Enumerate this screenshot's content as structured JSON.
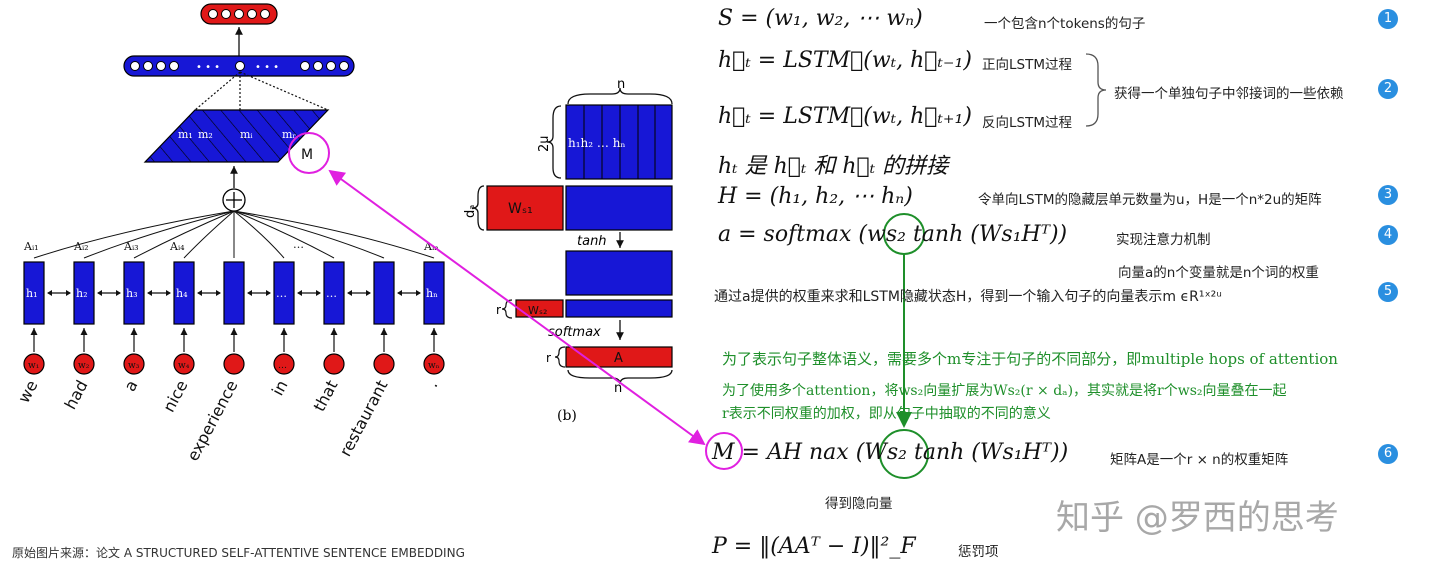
{
  "left": {
    "bilstm_labels": [
      "h₁",
      "h₂",
      "h₃",
      "h₄",
      "",
      "…",
      "…",
      "",
      "hₙ"
    ],
    "attn_labels": [
      "Aᵢ₁",
      "Aᵢ₂",
      "Aᵢ₃",
      "Aᵢ₄",
      "",
      "…",
      "",
      "",
      "Aᵢₙ"
    ],
    "word_node_labels": [
      "w₁",
      "w₂",
      "w₃",
      "w₄",
      "",
      "…",
      "",
      "",
      "wₙ"
    ],
    "words": [
      "we",
      "had",
      "a",
      "nice",
      "experience",
      "in",
      "that",
      "restaurant",
      "."
    ],
    "matrix_labels": [
      "m₁",
      "m₂",
      "mᵢ",
      "mᵣ"
    ],
    "m_circle": "M",
    "plus": "⊕",
    "dots": "• • •"
  },
  "middle": {
    "n_top": "n",
    "two_u": "2u",
    "h_labels": "h₁h₂  …  hₙ",
    "da": "dₐ",
    "ws1": "Wₛ₁",
    "tanh": "tanh",
    "r1": "r",
    "ws2": "Wₛ₂",
    "softmax": "softmax",
    "r2": "r",
    "A": "A",
    "n_bottom": "n",
    "caption": "(b)"
  },
  "source": "原始图片来源：论文 A STRUCTURED SELF-ATTENTIVE SENTENCE EMBEDDING",
  "right": {
    "eq1": "S = (w₁, w₂, ⋯ wₙ)",
    "note1": "一个包含n个tokens的句子",
    "eq2a": "h⃗ₜ = LSTM⃗(wₜ, h⃗ₜ₋₁)",
    "note2a": "正向LSTM过程",
    "eq2b": "h⃖ₜ = LSTM⃖(wₜ, h⃖ₜ₊₁)",
    "note2b": "反向LSTM过程",
    "note2": "获得一个单独句子中邻接词的一些依赖",
    "eq2c": "hₜ 是 h⃖ₜ 和 h⃗ₜ 的拼接",
    "eq3": "H = (h₁, h₂, ⋯ hₙ)",
    "note3": "令单向LSTM的隐藏层单元数量为u，H是一个n*2u的矩阵",
    "eq4": "a = softmax (ws₂ tanh (Ws₁Hᵀ))",
    "note4": "实现注意力机制",
    "note4b": "向量a的n个变量就是n个词的权重",
    "line5": "通过a提供的权重来求和LSTM隐藏状态H，得到一个输入句子的向量表示m ϵR¹ˣ²ᵘ",
    "green1": "为了表示句子整体语义，需要多个m专注于句子的不同部分，即multiple hops of attention",
    "green2": "为了使用多个attention，将ws₂向量扩展为Ws₂(r × dₐ)，其实就是将r个ws₂向量叠在一起",
    "green3": "r表示不同权重的加权，即从句子中抽取的不同的意义",
    "eq6": "M = AH   nax (Ws₂ tanh (Ws₁Hᵀ))",
    "note6": "矩阵A是一个r × n的权重矩阵",
    "note6b": "得到隐向量",
    "eq7": "P = ‖(AAᵀ − I)‖²_F",
    "note7": "惩罚项",
    "nums": [
      "1",
      "2",
      "3",
      "4",
      "5",
      "6"
    ],
    "watermark": "知乎 @罗西的思考"
  }
}
